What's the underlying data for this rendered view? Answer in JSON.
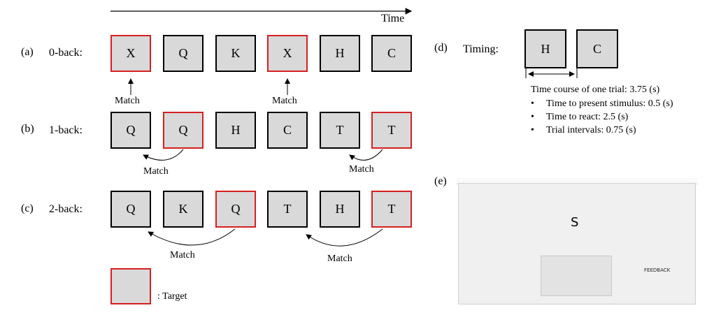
{
  "time_label": "Time",
  "rows": [
    {
      "tag": "(a)",
      "label": "0-back:",
      "boxes": [
        {
          "letter": "X",
          "target": true
        },
        {
          "letter": "Q",
          "target": false
        },
        {
          "letter": "K",
          "target": false
        },
        {
          "letter": "X",
          "target": true
        },
        {
          "letter": "H",
          "target": false
        },
        {
          "letter": "C",
          "target": false
        }
      ],
      "match_labels": [
        "Match",
        "Match"
      ]
    },
    {
      "tag": "(b)",
      "label": "1-back:",
      "boxes": [
        {
          "letter": "Q",
          "target": false
        },
        {
          "letter": "Q",
          "target": true
        },
        {
          "letter": "H",
          "target": false
        },
        {
          "letter": "C",
          "target": false
        },
        {
          "letter": "T",
          "target": false
        },
        {
          "letter": "T",
          "target": true
        }
      ],
      "match_labels": [
        "Match",
        "Match"
      ]
    },
    {
      "tag": "(c)",
      "label": "2-back:",
      "boxes": [
        {
          "letter": "Q",
          "target": false
        },
        {
          "letter": "K",
          "target": false
        },
        {
          "letter": "Q",
          "target": true
        },
        {
          "letter": "T",
          "target": false
        },
        {
          "letter": "H",
          "target": false
        },
        {
          "letter": "T",
          "target": true
        }
      ],
      "match_labels": [
        "Match",
        "Match"
      ]
    }
  ],
  "legend": {
    "text": ": Target"
  },
  "timing": {
    "tag": "(d)",
    "label": "Timing:",
    "boxes": [
      "H",
      "C"
    ],
    "course": "Time course of one trial: 3.75 (s)",
    "bullets": [
      "Time to present stimulus: 0.5 (s)",
      "Time to react: 2.5 (s)",
      "Trial intervals:  0.75 (s)"
    ]
  },
  "screen": {
    "tag": "(e)",
    "stimulus": "S",
    "feedback": "FEEDBACK"
  },
  "colors": {
    "target_border": "#d62020",
    "box_fill": "#d9d9d9"
  }
}
